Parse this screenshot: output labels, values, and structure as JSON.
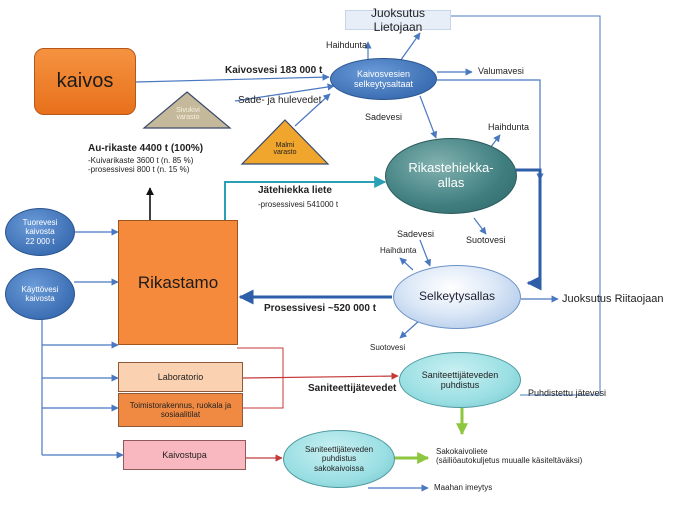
{
  "nodes": {
    "kaivos": "kaivos",
    "rikastamo": "Rikastamo",
    "laboratorio": "Laboratorio",
    "toimisto": [
      "Toimistorakennus, ruokala ja",
      "sosiaalitilat"
    ],
    "kaivostupa": "Kaivostupa",
    "tuorevesi": [
      "Tuorevesi",
      "kaivosta",
      "22 000  t"
    ],
    "kayttovesi": [
      "Käyttövesi",
      "kaivosta"
    ],
    "kaivosvesien": [
      "Kaivosvesien",
      "selkeytysaltaat"
    ],
    "rikastehiekka": [
      "Rikastehiekka-",
      "allas"
    ],
    "selkeytysallas": "Selkeytysallas",
    "saniteettijatevedenpuhdistus": [
      "Saniteettijäteveden",
      "puhdistus"
    ],
    "sakokaivoissa": [
      "Saniteettijäteveden",
      "puhdistus",
      "sakokaivoissa"
    ],
    "sivukivi": [
      "Sivukivi",
      "varasto"
    ],
    "malmi": [
      "Malmi",
      "varasto"
    ]
  },
  "labels": {
    "juoksutus_lietojaan": "Juoksutus Lietojaan",
    "haihdunta_top": "Haihdunta",
    "kaivosvesi": "Kaivosvesi  183 000 t",
    "valumavesi": "Valumavesi",
    "sade_hulevedet": "Sade- ja hulevedet",
    "sadevesi_1": "Sadevesi",
    "haihdunta_2": "Haihdunta",
    "au_rikaste_title": "Au-rikaste  4400 t (100%)",
    "au_rikaste_line1": "-Kuivarikaste  3600 t (n. 85 %)",
    "au_rikaste_line2": "-prosessivesi    800 t (n. 15 %)",
    "jatehiekka_liete": "Jätehiekka liete",
    "jatehiekka_prosessivesi": "-prosessivesi   541000  t",
    "sadevesi_2": "Sadevesi",
    "haihdunta_3": "Haihdunta",
    "suotovesi_1": "Suotovesi",
    "juoksutus_riitaojaan": "Juoksutus Riitaojaan",
    "prosessivesi": "Prosessivesi  ~520 000 t",
    "suotovesi_2": "Suotovesi",
    "saniteettijatevedet": "Saniteettijätevedet",
    "puhdistettu_jatevesi": "Puhdistettu jätevesi",
    "sakokaivoliete_1": "Sakokaivoliete",
    "sakokaivoliete_2": "(säiliöautokuljetus muualle käsiteltäväksi)",
    "maahan_imeytys": "Maahan imeytys"
  },
  "colors": {
    "kaivos_fill": "#ef7d22",
    "rikastamo_fill": "#f58a3c",
    "laboratorio_fill": "#fbd2b1",
    "toimisto_fill": "#f08a43",
    "kaivostupa_fill": "#f9b7bf",
    "blue_node": "#3c6fb4",
    "pale_node": "#dce8f7",
    "sivukivi_fill": "#c4b99a",
    "malmi_fill": "#f0a52d",
    "flow_line": "#4a78c0",
    "teal_line": "#2b9fb3",
    "red_line": "#c43a3a",
    "green_arrow": "#8dc63f"
  }
}
